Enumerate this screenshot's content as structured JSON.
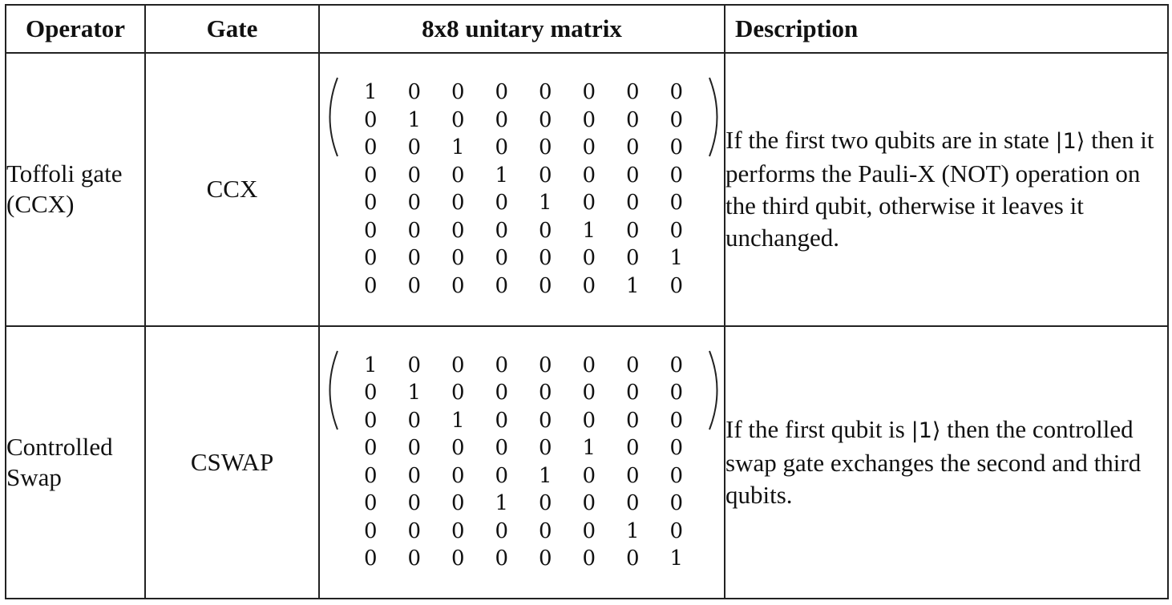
{
  "table": {
    "headers": [
      "Operator",
      "Gate",
      "8x8 unitary matrix",
      "Description"
    ],
    "rows": [
      {
        "operator_lines": [
          "Toffoli gate",
          "(CCX)"
        ],
        "gate": "CCX",
        "matrix": [
          [
            1,
            0,
            0,
            0,
            0,
            0,
            0,
            0
          ],
          [
            0,
            1,
            0,
            0,
            0,
            0,
            0,
            0
          ],
          [
            0,
            0,
            1,
            0,
            0,
            0,
            0,
            0
          ],
          [
            0,
            0,
            0,
            1,
            0,
            0,
            0,
            0
          ],
          [
            0,
            0,
            0,
            0,
            1,
            0,
            0,
            0
          ],
          [
            0,
            0,
            0,
            0,
            0,
            1,
            0,
            0
          ],
          [
            0,
            0,
            0,
            0,
            0,
            0,
            0,
            1
          ],
          [
            0,
            0,
            0,
            0,
            0,
            0,
            1,
            0
          ]
        ],
        "description": {
          "part1": "If the first two qubits are in state ",
          "ket": "|1⟩",
          "part2": " then it performs the Pauli-X (NOT) operation on the third qubit, otherwise it leaves it unchanged."
        }
      },
      {
        "operator_lines": [
          "Controlled",
          "Swap"
        ],
        "gate": "CSWAP",
        "matrix": [
          [
            1,
            0,
            0,
            0,
            0,
            0,
            0,
            0
          ],
          [
            0,
            1,
            0,
            0,
            0,
            0,
            0,
            0
          ],
          [
            0,
            0,
            1,
            0,
            0,
            0,
            0,
            0
          ],
          [
            0,
            0,
            0,
            0,
            0,
            1,
            0,
            0
          ],
          [
            0,
            0,
            0,
            0,
            1,
            0,
            0,
            0
          ],
          [
            0,
            0,
            0,
            1,
            0,
            0,
            0,
            0
          ],
          [
            0,
            0,
            0,
            0,
            0,
            0,
            1,
            0
          ],
          [
            0,
            0,
            0,
            0,
            0,
            0,
            0,
            1
          ]
        ],
        "description": {
          "part1": "If the first qubit is ",
          "ket": "|1⟩",
          "part2": " then the controlled swap gate exchanges the second and third qubits."
        }
      }
    ]
  }
}
